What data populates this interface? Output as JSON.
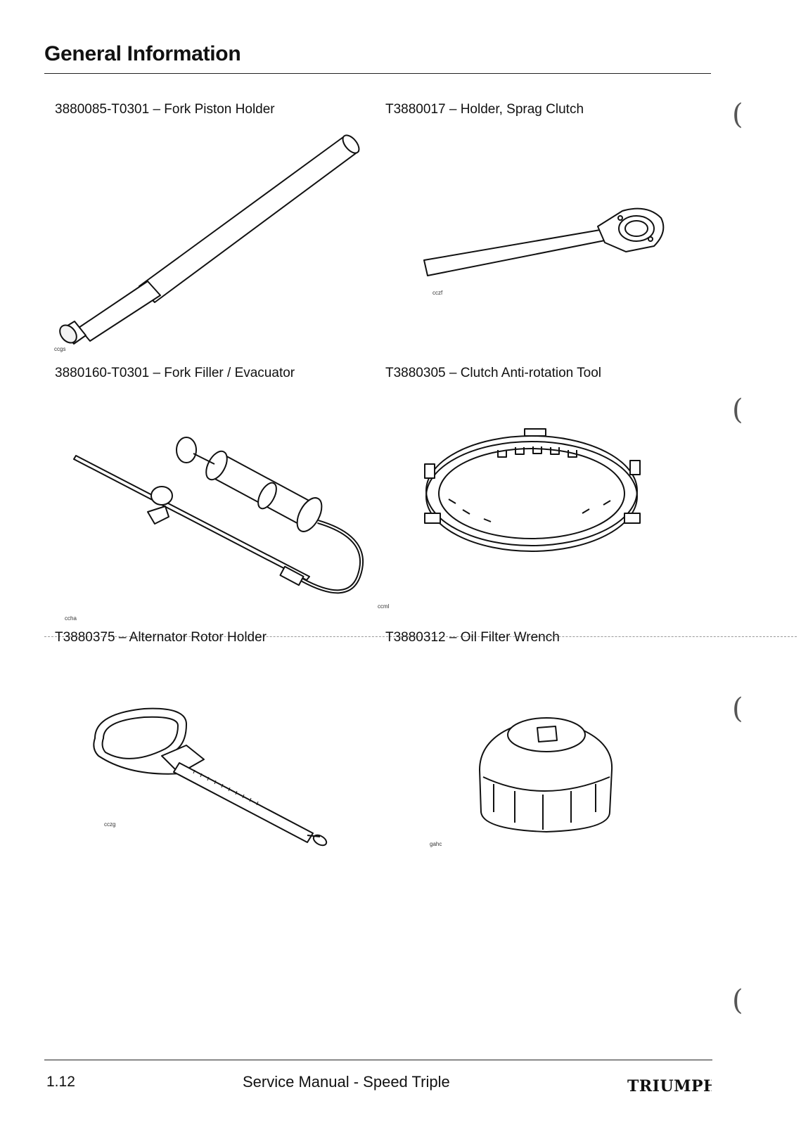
{
  "header": {
    "title": "General Information"
  },
  "tools": [
    {
      "caption": "3880085-T0301 – Fork Piston Holder",
      "ref": "ccgs"
    },
    {
      "caption": "T3880017 – Holder, Sprag Clutch",
      "ref": "cczf"
    },
    {
      "caption": "3880160-T0301 – Fork Filler / Evacuator",
      "ref": "ccha"
    },
    {
      "caption": "T3880305 – Clutch Anti-rotation Tool",
      "ref": "ccml"
    },
    {
      "caption": "T3880375 – Alternator Rotor Holder",
      "ref": "cczg"
    },
    {
      "caption": "T3880312 – Oil Filter Wrench",
      "ref": "gahc"
    }
  ],
  "footer": {
    "page_number": "1.12",
    "manual_title": "Service Manual - Speed Triple",
    "brand": "TRIUMPH"
  },
  "binder_holes": [
    "(",
    "(",
    "(",
    "("
  ]
}
